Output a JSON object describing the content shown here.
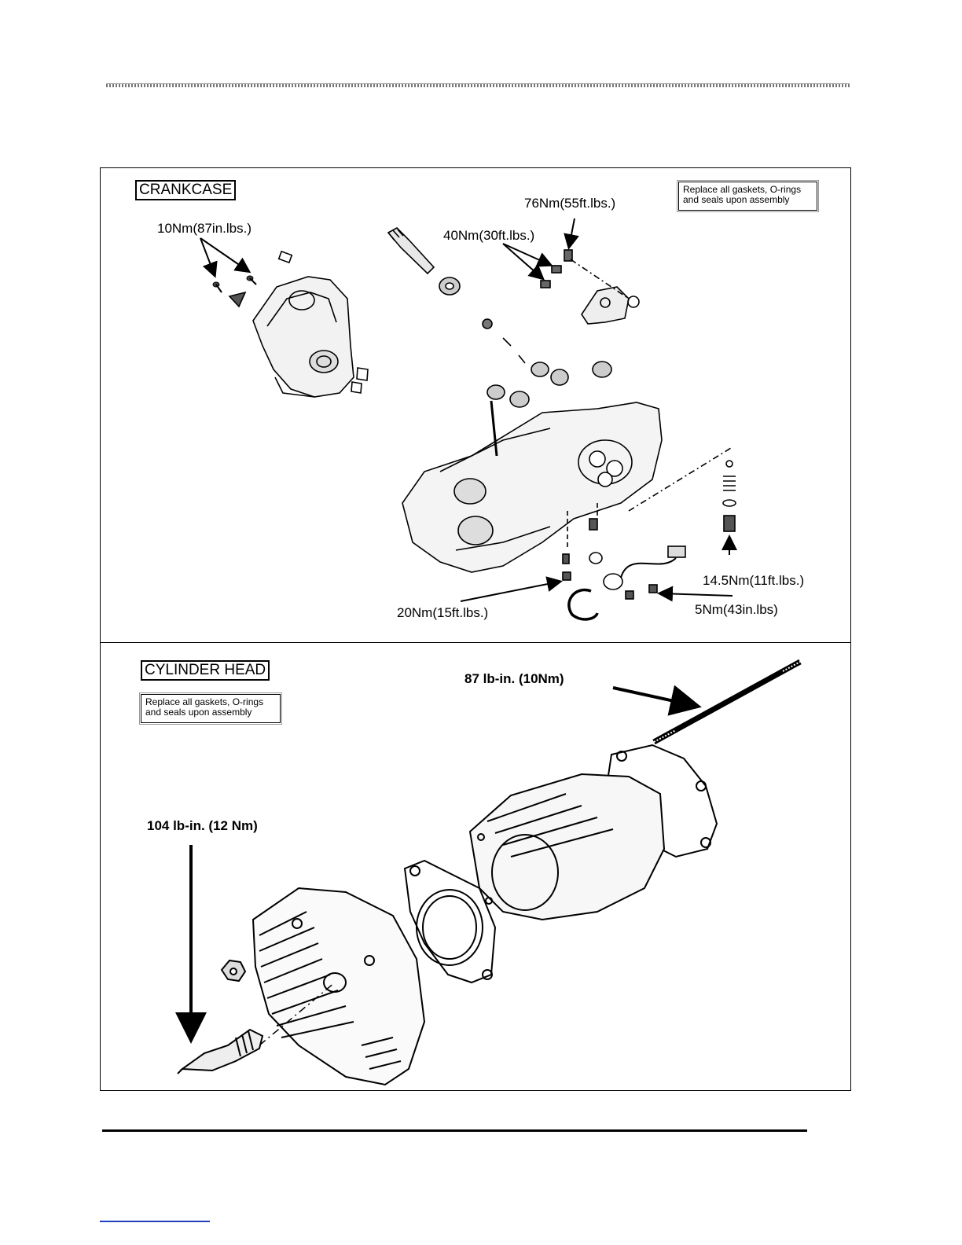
{
  "crankcase": {
    "title": "CRANKCASE",
    "note": "Replace all gaskets, O-rings and seals upon assembly",
    "torques": {
      "t1": "10Nm(87in.lbs.)",
      "t2": "76Nm(55ft.lbs.)",
      "t3": "40Nm(30ft.lbs.)",
      "t4": "14.5Nm(11ft.lbs.)",
      "t5": "20Nm(15ft.lbs.)",
      "t6": "5Nm(43in.lbs)"
    }
  },
  "cylinder_head": {
    "title": "CYLINDER HEAD",
    "note": "Replace all gaskets, O-rings and seals upon assembly",
    "torques": {
      "stud": "87 lb-in. (10Nm)",
      "spark_plug": "104 lb-in. (12 Nm)"
    }
  }
}
